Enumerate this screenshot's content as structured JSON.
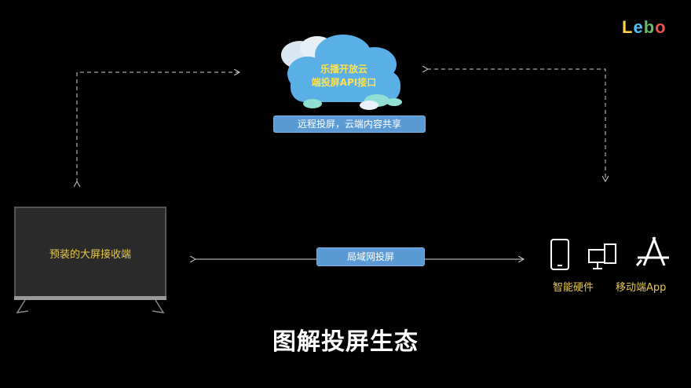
{
  "logo": {
    "text": [
      "L",
      "e",
      "b",
      "o"
    ],
    "colors": [
      "#ffd34a",
      "#4fc3f7",
      "#66bb6a",
      "#ef5350"
    ]
  },
  "cloud": {
    "line1": "乐播开放云",
    "line2": "端投屏API接口"
  },
  "remote_label": "远程投屏，云端内容共享",
  "lan_label": "局域网投屏",
  "tv_label": "预装的大屏接收端",
  "devices": {
    "smart_hardware": "智能硬件",
    "mobile_app": "移动端App"
  },
  "title": "图解投屏生态",
  "colors": {
    "pill": "#5b9bd5",
    "cloud": "#5ab0e6",
    "accent_text": "#e8c84a"
  }
}
